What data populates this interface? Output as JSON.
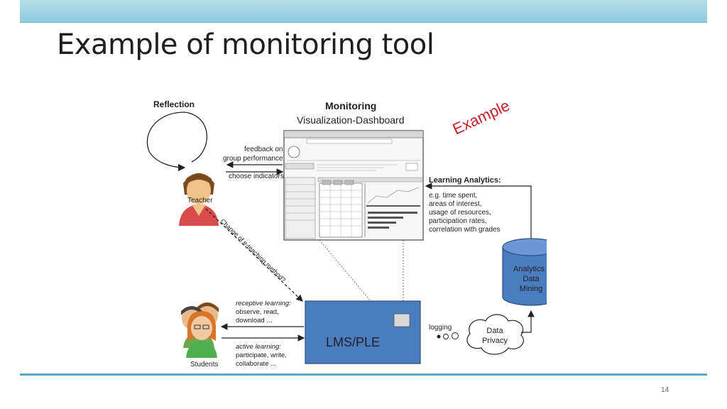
{
  "slide": {
    "title": "Example of monitoring tool",
    "page_number": "14"
  },
  "diagram": {
    "reflection_label": "Reflection",
    "monitoring_label": "Monitoring",
    "dashboard_label": "Visualization-Dashboard",
    "example_stamp": "Example",
    "teacher_label": "Teacher",
    "students_label": "Students",
    "feedback_label_1": "feedback on",
    "feedback_label_2": "group performance",
    "choose_indicators_label": "choose indicators",
    "learning_analytics_title": "Learning Analytics:",
    "learning_analytics_items": [
      "e.g. time spent,",
      "areas of interest,",
      "usage of resources,",
      "participation rates,",
      "correlation with grades"
    ],
    "change_method_label": "Change of e-teaching method?",
    "receptive_title": "receptive learning:",
    "receptive_line_1": "observe, read,",
    "receptive_line_2": "download ...",
    "active_title": "active learning:",
    "active_line_1": "participate, write,",
    "active_line_2": "collaborate ...",
    "lms_label": "LMS/PLE",
    "logging_label": "logging",
    "data_privacy_line_1": "Data",
    "data_privacy_line_2": "Privacy",
    "analytics_line_1": "Analytics /",
    "analytics_line_2": "Data",
    "analytics_line_3": "Mining"
  },
  "colors": {
    "lms_fill": "#4a7cc0",
    "analytics_fill": "#4a7cc0",
    "example_red": "#c8202a",
    "accent_rule": "#5aa8c8"
  }
}
